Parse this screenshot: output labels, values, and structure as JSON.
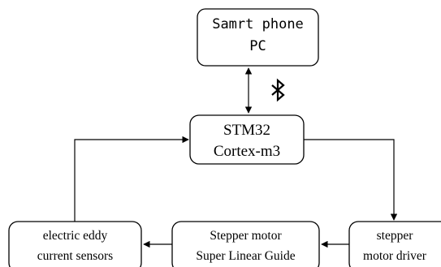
{
  "nodes": {
    "smartphone": {
      "line1": "Samrt phone",
      "line2": "PC"
    },
    "stm32": {
      "line1": "STM32",
      "line2": "Cortex-m3"
    },
    "sensors": {
      "line1": "electric eddy",
      "line2": "current sensors"
    },
    "guide": {
      "line1": "Stepper motor",
      "line2": "Super Linear Guide"
    },
    "driver": {
      "line1": "stepper",
      "line2": "motor driver"
    }
  },
  "icons": {
    "wireless_link": "bluetooth-icon"
  }
}
